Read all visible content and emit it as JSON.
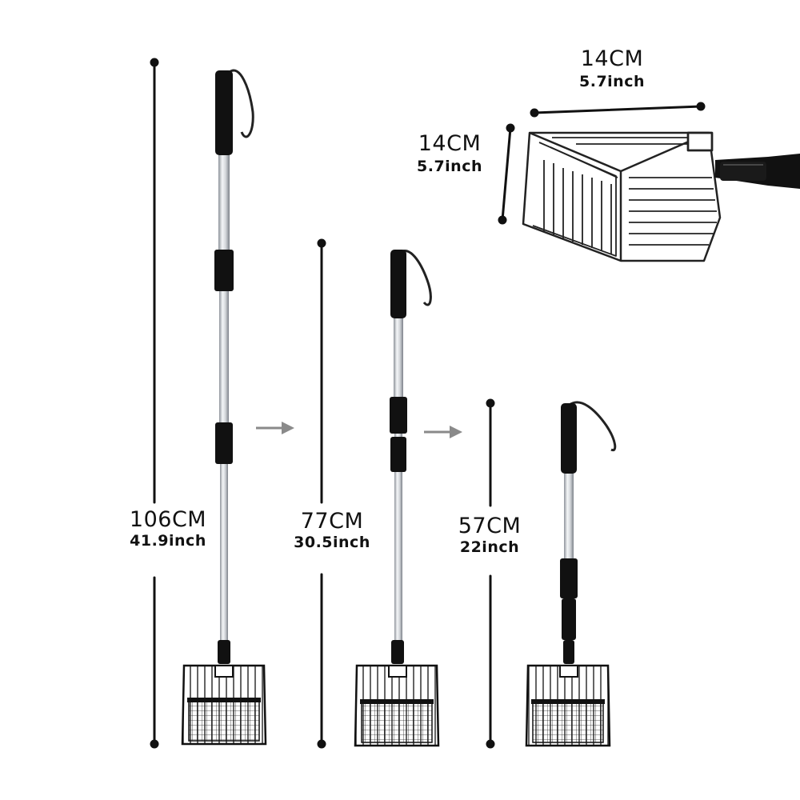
{
  "basket_size": {
    "width": {
      "cm": "14CM",
      "inch": "5.7inch"
    },
    "height": {
      "cm": "14CM",
      "inch": "5.7inch"
    }
  },
  "lengths": [
    {
      "cm": "106CM",
      "inch": "41.9inch"
    },
    {
      "cm": "77CM",
      "inch": "30.5inch"
    },
    {
      "cm": "57CM",
      "inch": "22inch"
    }
  ],
  "colors": {
    "handle": "#111111",
    "tube": "#c9ccd0",
    "arrow": "#888888",
    "line": "#111111"
  }
}
